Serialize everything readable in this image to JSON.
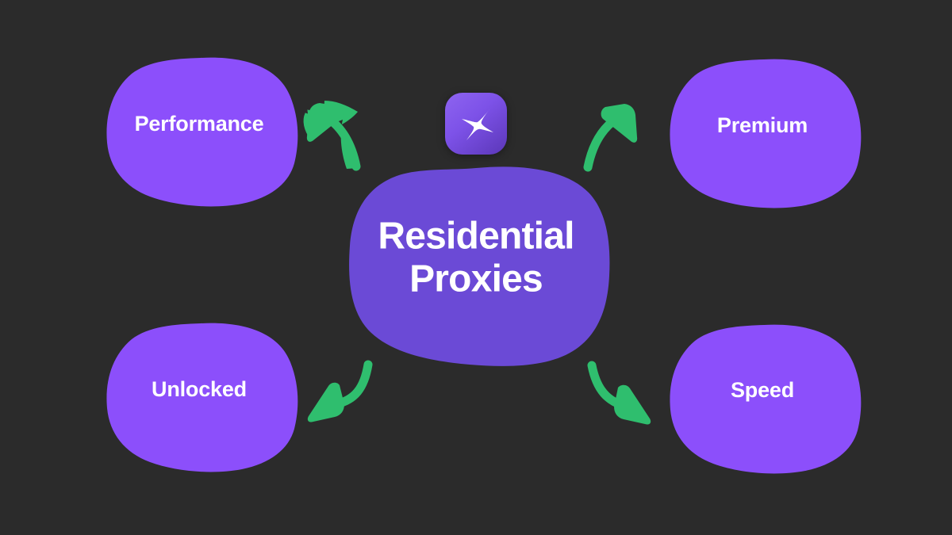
{
  "diagram": {
    "background_color": "#2b2b2b",
    "center": {
      "label_line1": "Residential",
      "label_line2": "Proxies",
      "fill_color": "#6b4ad6",
      "text_color": "#ffffff"
    },
    "logo": {
      "icon_name": "sparkle-icon",
      "gradient_from": "#8e64f0",
      "gradient_to": "#5b37b8",
      "glyph_color": "#ffffff"
    },
    "nodes": [
      {
        "id": "performance",
        "label": "Performance",
        "position": "top-left",
        "fill_color": "#8c4ffb",
        "text_color": "#ffffff"
      },
      {
        "id": "premium",
        "label": "Premium",
        "position": "top-right",
        "fill_color": "#8c4ffb",
        "text_color": "#ffffff"
      },
      {
        "id": "unlocked",
        "label": "Unlocked",
        "position": "bottom-left",
        "fill_color": "#8c4ffb",
        "text_color": "#ffffff"
      },
      {
        "id": "speed",
        "label": "Speed",
        "position": "bottom-right",
        "fill_color": "#8c4ffb",
        "text_color": "#ffffff"
      }
    ],
    "arrows": [
      {
        "id": "arrow-to-performance",
        "direction": "up-left",
        "color": "#2fbe6e",
        "from": "center",
        "to": "performance"
      },
      {
        "id": "arrow-to-premium",
        "direction": "up-right",
        "color": "#2fbe6e",
        "from": "center",
        "to": "premium"
      },
      {
        "id": "arrow-to-unlocked",
        "direction": "down-left",
        "color": "#2fbe6e",
        "from": "center",
        "to": "unlocked"
      },
      {
        "id": "arrow-to-speed",
        "direction": "down-right",
        "color": "#2fbe6e",
        "from": "center",
        "to": "speed"
      }
    ]
  }
}
